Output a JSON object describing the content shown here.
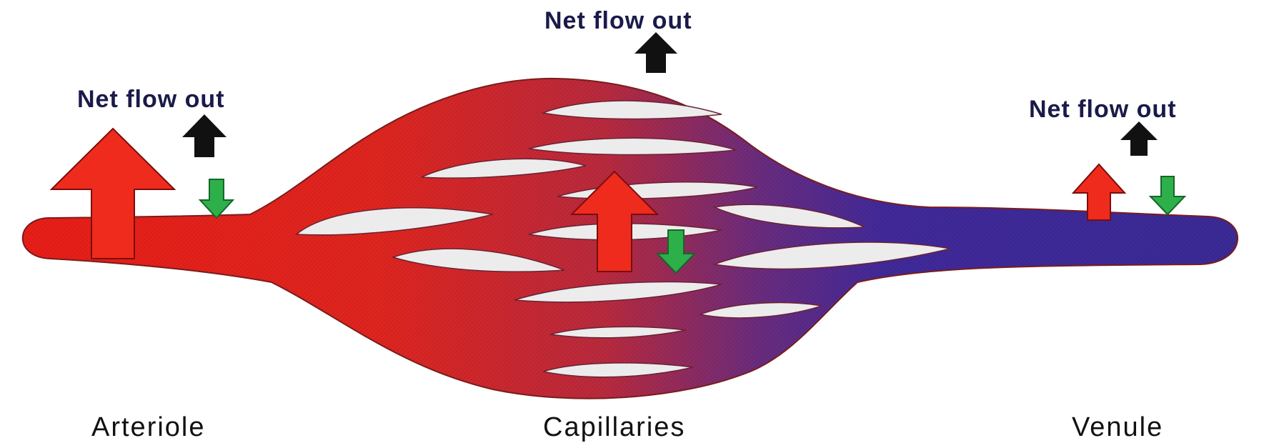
{
  "labels": {
    "net_flow_out_left": "Net flow out",
    "net_flow_out_center": "Net flow out",
    "net_flow_out_right": "Net flow out",
    "arteriole": "Arteriole",
    "capillaries": "Capillaries",
    "venule": "Venule"
  },
  "colors": {
    "arterial": "#e8221c",
    "venous": "#3b2a94",
    "filtration_arrow": "#ef2b1d",
    "reabsorption_arrow": "#2db04a",
    "net_flow_arrow": "#111111",
    "gap_fill": "#ececec"
  },
  "icons": {
    "filtration": "red-up-arrow-icon",
    "reabsorption": "green-down-arrow-icon",
    "net_flow": "black-up-arrow-icon"
  }
}
